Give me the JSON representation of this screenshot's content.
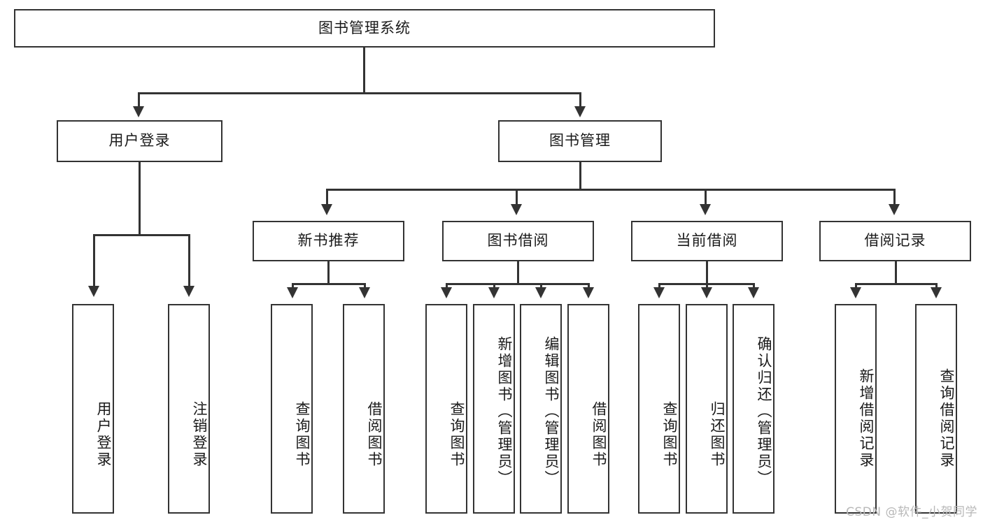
{
  "diagram": {
    "type": "hierarchy-tree",
    "title": "图书管理系统",
    "root": {
      "label": "图书管理系统"
    },
    "level2": [
      {
        "label": "用户登录"
      },
      {
        "label": "图书管理"
      }
    ],
    "level3": [
      {
        "label": "新书推荐"
      },
      {
        "label": "图书借阅"
      },
      {
        "label": "当前借阅"
      },
      {
        "label": "借阅记录"
      }
    ],
    "leaves": {
      "user_login": [
        {
          "label": "用户登录"
        },
        {
          "label": "注销登录"
        }
      ],
      "new_book_recommend": [
        {
          "label": "查询图书"
        },
        {
          "label": "借阅图书"
        }
      ],
      "book_borrow": [
        {
          "label": "查询图书"
        },
        {
          "label": "新增图书（管理员）"
        },
        {
          "label": "编辑图书（管理员）"
        },
        {
          "label": "借阅图书"
        }
      ],
      "current_borrow": [
        {
          "label": "查询图书"
        },
        {
          "label": "归还图书"
        },
        {
          "label": "确认归还（管理员）"
        }
      ],
      "borrow_record": [
        {
          "label": "新增借阅记录"
        },
        {
          "label": "查询借阅记录"
        }
      ]
    }
  },
  "watermark": {
    "text": "CSDN @软件_小贺同学"
  },
  "colors": {
    "border": "#333333",
    "background": "#ffffff",
    "text": "#1a1a1a",
    "watermark": "#b8b8b8"
  }
}
